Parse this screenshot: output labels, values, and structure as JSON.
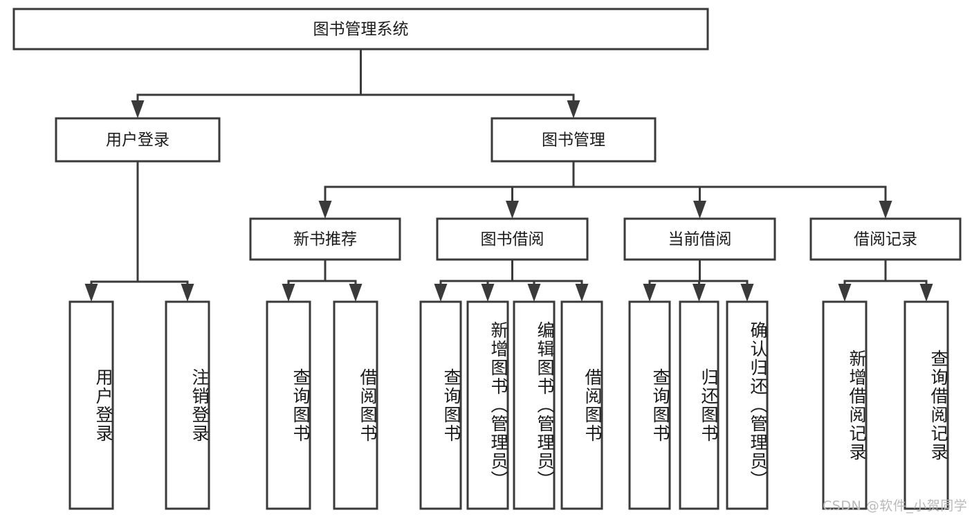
{
  "diagram": {
    "type": "tree-structure-chart",
    "title_text": "图书管理系统",
    "orientation": "top-down",
    "colors": {
      "box_stroke": "#3a3a3a",
      "box_fill": "#ffffff",
      "connector": "#3a3a3a",
      "text": "#1a1a1a",
      "watermark": "#b9b9b9",
      "background": "#ffffff"
    },
    "nodes": {
      "root": {
        "label": "图书管理系统",
        "level": 1,
        "orientation": "horizontal"
      },
      "level2": [
        {
          "id": "user-login",
          "label": "用户登录"
        },
        {
          "id": "book-management",
          "label": "图书管理"
        }
      ],
      "level3": [
        {
          "id": "new-book-recommend",
          "label": "新书推荐"
        },
        {
          "id": "book-borrow",
          "label": "图书借阅"
        },
        {
          "id": "current-borrow",
          "label": "当前借阅"
        },
        {
          "id": "borrow-record",
          "label": "借阅记录"
        }
      ],
      "leaves": [
        {
          "id": "leaf-user-login",
          "label": "用户登录",
          "parent": "用户登录"
        },
        {
          "id": "leaf-logout-login",
          "label": "注销登录",
          "parent": "用户登录"
        },
        {
          "id": "leaf-query-book-1",
          "label": "查询图书",
          "parent": "新书推荐"
        },
        {
          "id": "leaf-borrow-book-1",
          "label": "借阅图书",
          "parent": "新书推荐"
        },
        {
          "id": "leaf-query-book-2",
          "label": "查询图书",
          "parent": "图书借阅"
        },
        {
          "id": "leaf-add-book",
          "label": "新增图书（管理员）",
          "parent": "图书借阅"
        },
        {
          "id": "leaf-edit-book",
          "label": "编辑图书（管理员）",
          "parent": "图书借阅"
        },
        {
          "id": "leaf-borrow-book-2",
          "label": "借阅图书",
          "parent": "图书借阅"
        },
        {
          "id": "leaf-query-book-3",
          "label": "查询图书",
          "parent": "当前借阅"
        },
        {
          "id": "leaf-return-book",
          "label": "归还图书",
          "parent": "当前借阅"
        },
        {
          "id": "leaf-confirm-return",
          "label": "确认归还（管理员）",
          "parent": "当前借阅"
        },
        {
          "id": "leaf-add-record",
          "label": "新增借阅记录",
          "parent": "借阅记录"
        },
        {
          "id": "leaf-query-record",
          "label": "查询借阅记录",
          "parent": "借阅记录"
        }
      ]
    }
  },
  "watermark": {
    "text": "CSDN @软件_小贺同学"
  }
}
